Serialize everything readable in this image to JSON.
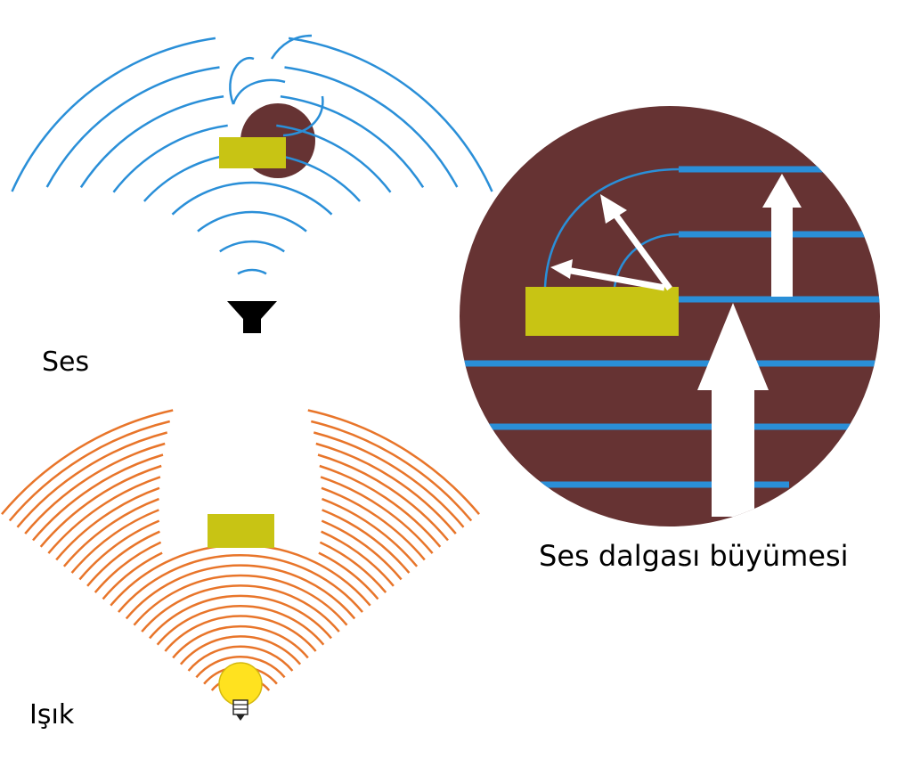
{
  "labels": {
    "sound": "Ses",
    "light": "Işık",
    "growth": "Ses dalgası büyümesi"
  },
  "colors": {
    "sound_wave": "#2A8FD8",
    "light_wave": "#E8752A",
    "object": "#C8C414",
    "zoom_disc": "#663333",
    "arrow": "#FFFFFF",
    "speaker": "#000000",
    "bulb": "#FFE21F"
  },
  "icons": [
    "speaker-icon",
    "light-bulb-icon",
    "object-block",
    "arrow-icon"
  ]
}
